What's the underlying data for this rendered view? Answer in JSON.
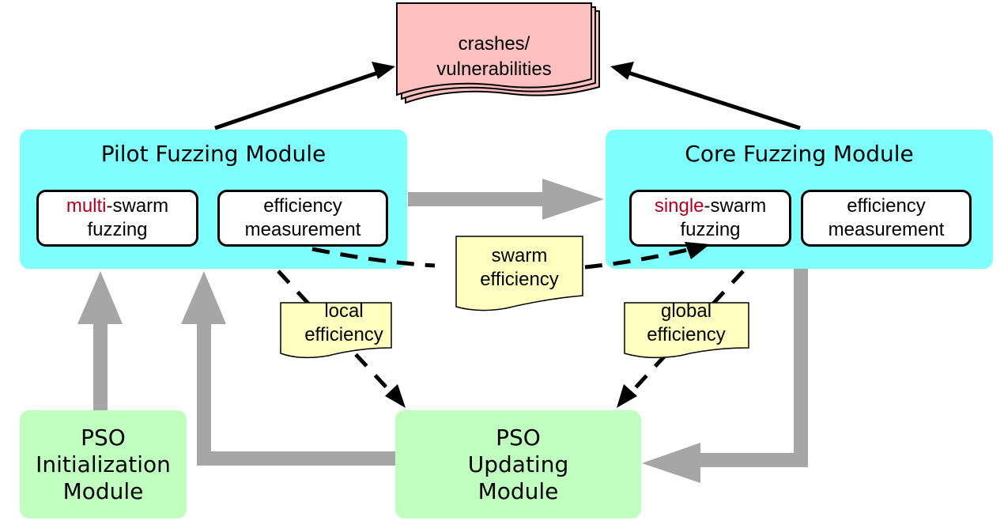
{
  "output": {
    "label_line1": "crashes/",
    "label_line2": "vulnerabilities",
    "fill": "#ffc0c0"
  },
  "pilot_module": {
    "title": "Pilot Fuzzing Module",
    "fill": "#80ffff",
    "boxes": [
      {
        "accent": "multi",
        "rest_line1": "-swarm",
        "line2": "fuzzing"
      },
      {
        "line1": "efficiency",
        "line2": "measurement"
      }
    ]
  },
  "core_module": {
    "title": "Core Fuzzing Module",
    "fill": "#80ffff",
    "boxes": [
      {
        "accent": "single",
        "rest_line1": "-swarm",
        "line2": "fuzzing"
      },
      {
        "line1": "efficiency",
        "line2": "measurement"
      }
    ]
  },
  "notes": {
    "swarm": {
      "line1": "swarm",
      "line2": "efficiency"
    },
    "local": {
      "line1": "local",
      "line2": "efficiency"
    },
    "global": {
      "line1": "global",
      "line2": "efficiency"
    },
    "fill": "#ffffc0"
  },
  "pso_init": {
    "line1": "PSO",
    "line2": "Initialization",
    "line3": "Module"
  },
  "pso_update": {
    "line1": "PSO",
    "line2": "Updating",
    "line3": "Module"
  },
  "colors": {
    "accent": "#b00020",
    "gray_arrow": "#a6a6a6",
    "green": "#c0ffc0"
  }
}
